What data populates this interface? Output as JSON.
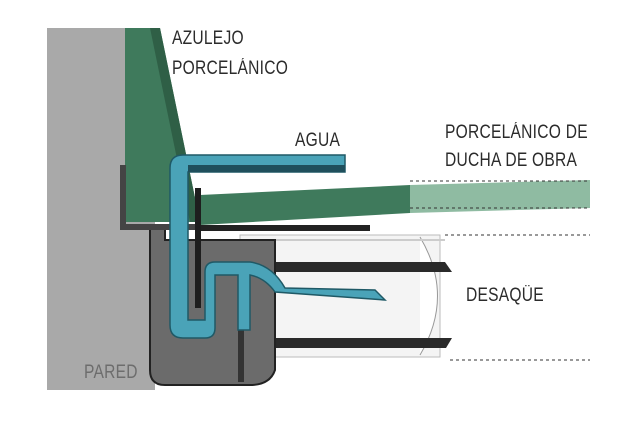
{
  "labels": {
    "tile_line1": "AZULEJO",
    "tile_line2": "PORCELÁNICO",
    "water": "AGUA",
    "floor_line1": "PORCELÁNICO DE",
    "floor_line2": "DUCHA DE OBRA",
    "drain": "DESAQÜE",
    "wall": "PARED"
  },
  "colors": {
    "wall": "#a9a9a9",
    "tile": "#3f7a5c",
    "floor_tile_light": "#8fbba2",
    "profile": "#4aa3b8",
    "channel": "#6a6a6a",
    "outline": "#1e1e1e"
  }
}
